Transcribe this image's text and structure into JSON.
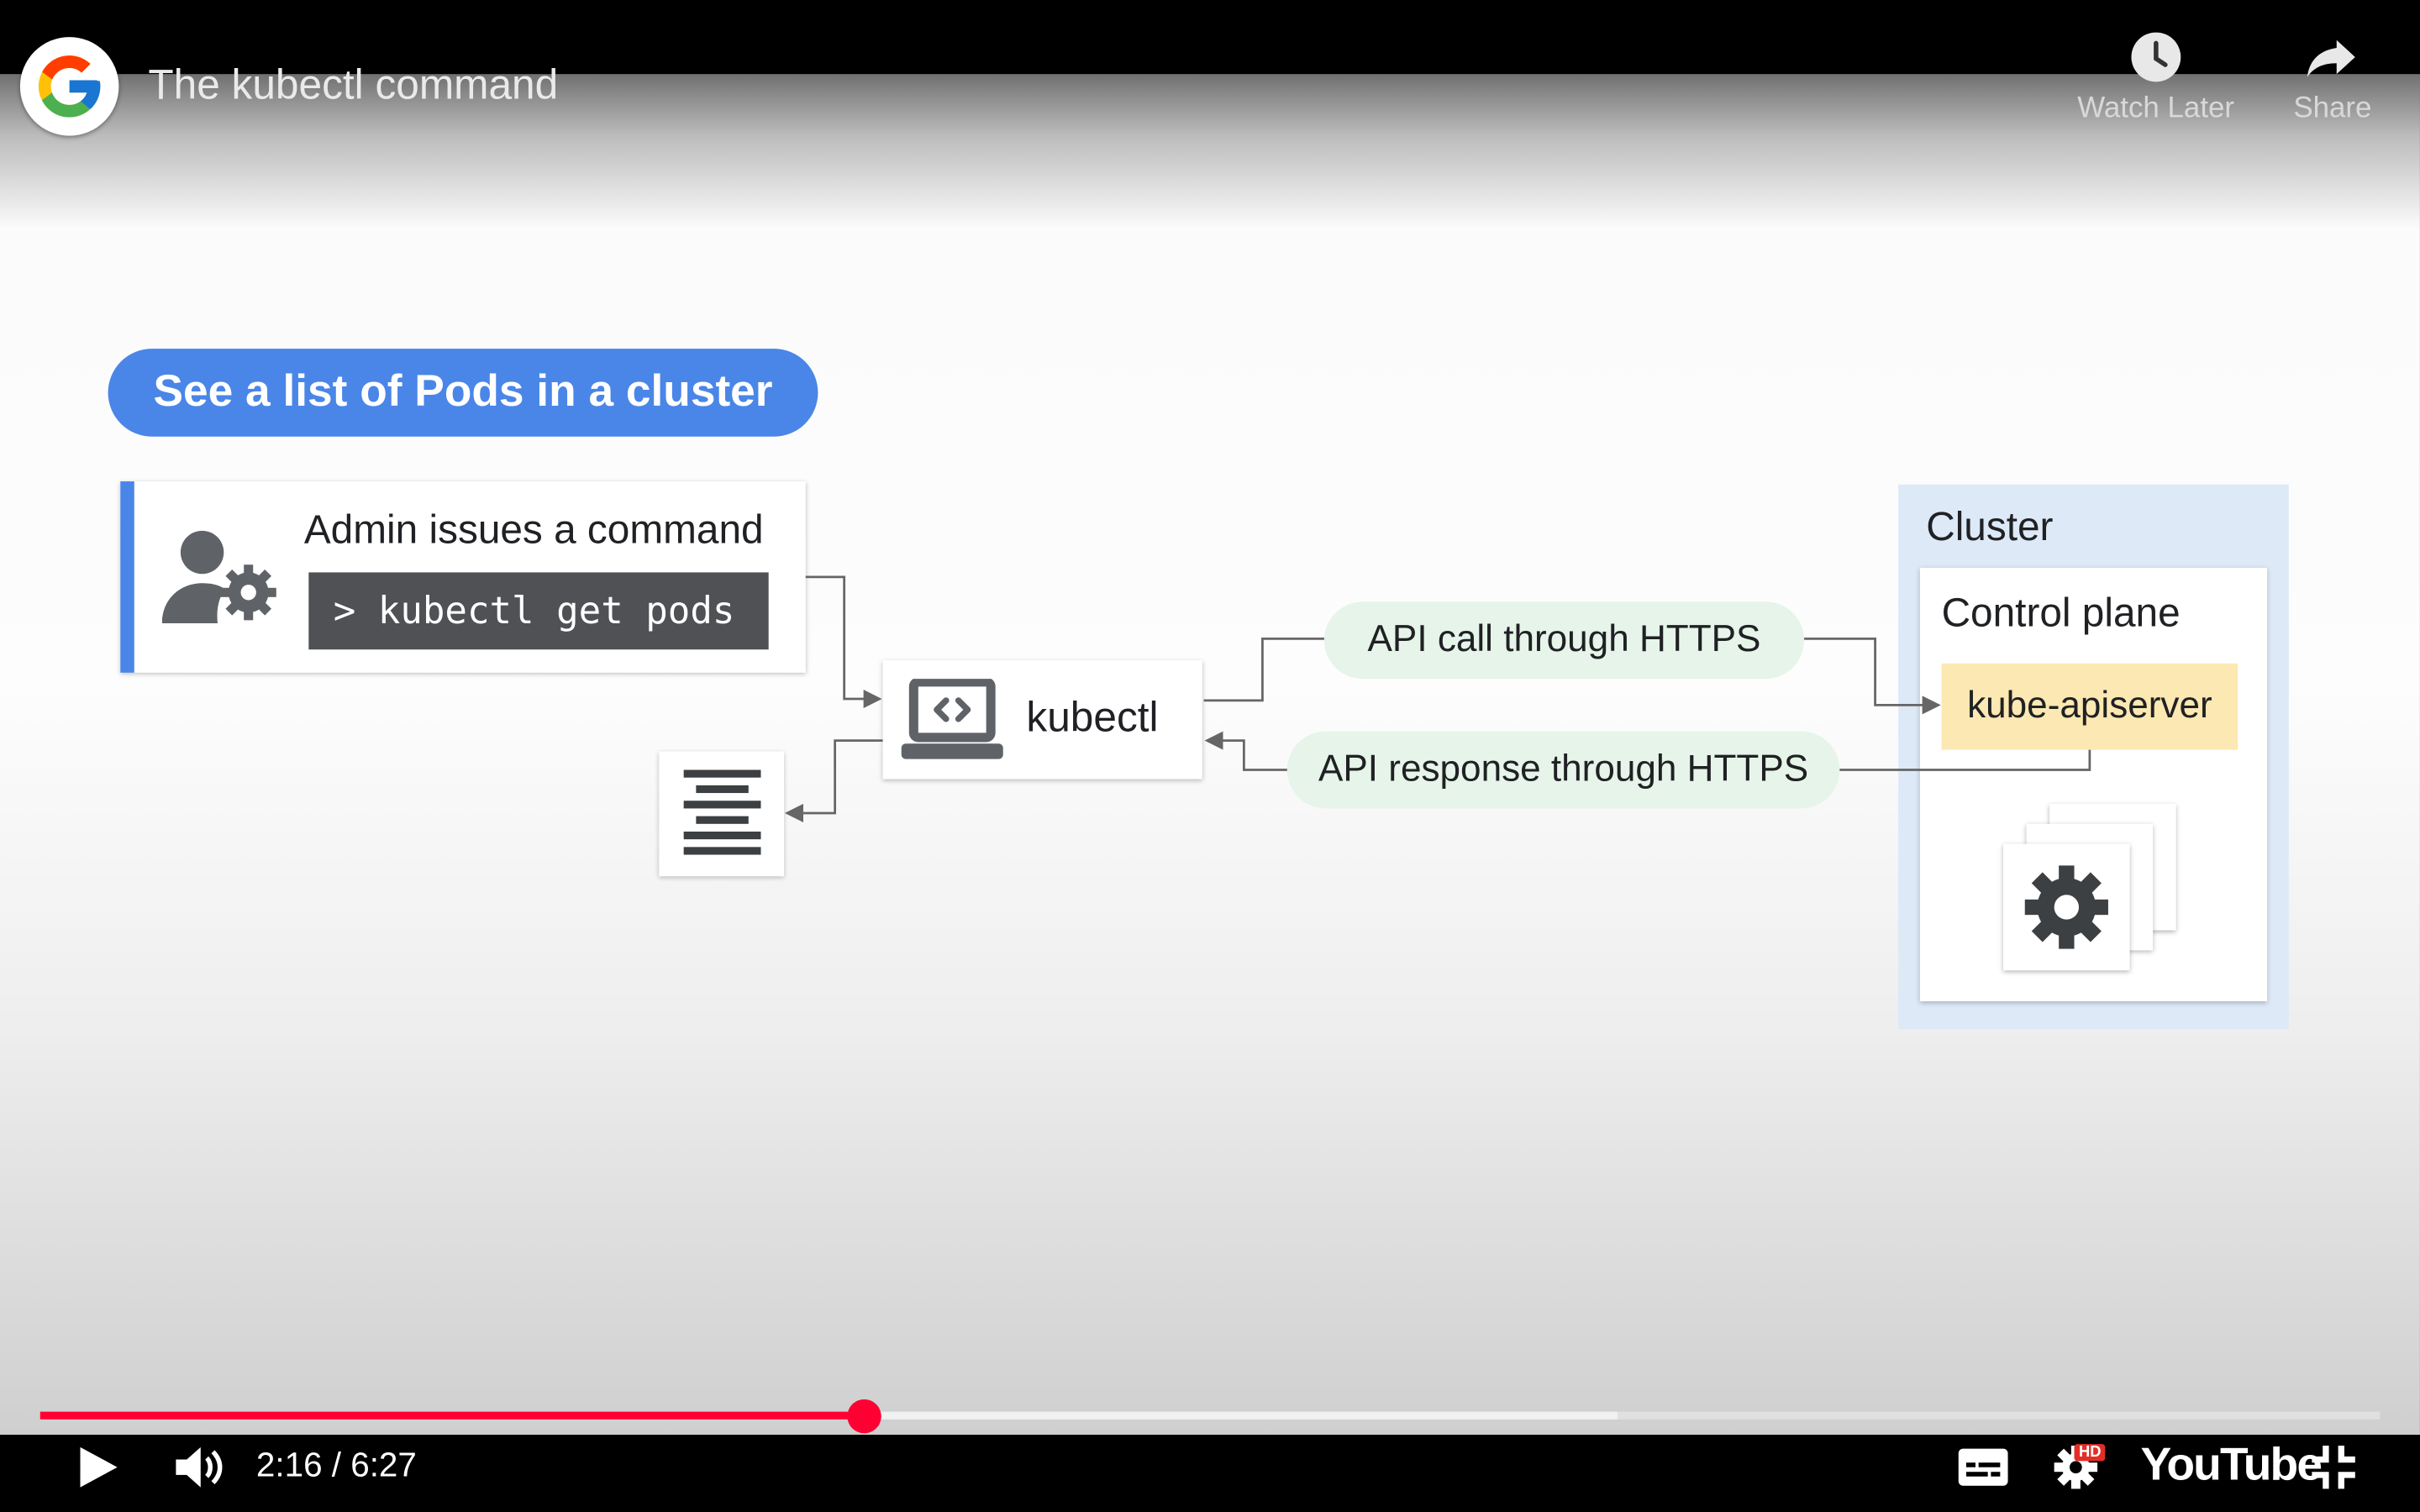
{
  "player": {
    "video_title": "The kubectl command",
    "watch_later_label": "Watch Later",
    "share_label": "Share",
    "current_time": "2:16",
    "duration": "6:27",
    "time_display": "2:16 / 6:27",
    "progress_fraction": 0.352,
    "buffered_fraction": 0.674,
    "brand": "YouTube",
    "hd_badge": "HD",
    "accent_color": "#ff0033"
  },
  "slide": {
    "headline": "See a list of Pods in a cluster",
    "admin_text": "Admin issues a command",
    "command": "> kubectl get pods",
    "kubectl_label": "kubectl",
    "api_call_label": "API call through HTTPS",
    "api_response_label": "API response through HTTPS",
    "cluster_label": "Cluster",
    "control_plane_label": "Control plane",
    "apiserver_label": "kube-apiserver",
    "colors": {
      "accent_blue": "#4a86e8",
      "pill_green": "#e6f4ea",
      "apiserver_yellow": "#fce8b2",
      "cluster_blue": "#dde9f7"
    }
  },
  "icons": [
    "google-logo-icon",
    "clock-icon",
    "share-icon",
    "admin-gear-icon",
    "laptop-code-icon",
    "document-lines-icon",
    "gear-icon",
    "play-icon",
    "volume-icon",
    "captions-icon",
    "settings-hd-icon",
    "exit-fullscreen-icon"
  ]
}
